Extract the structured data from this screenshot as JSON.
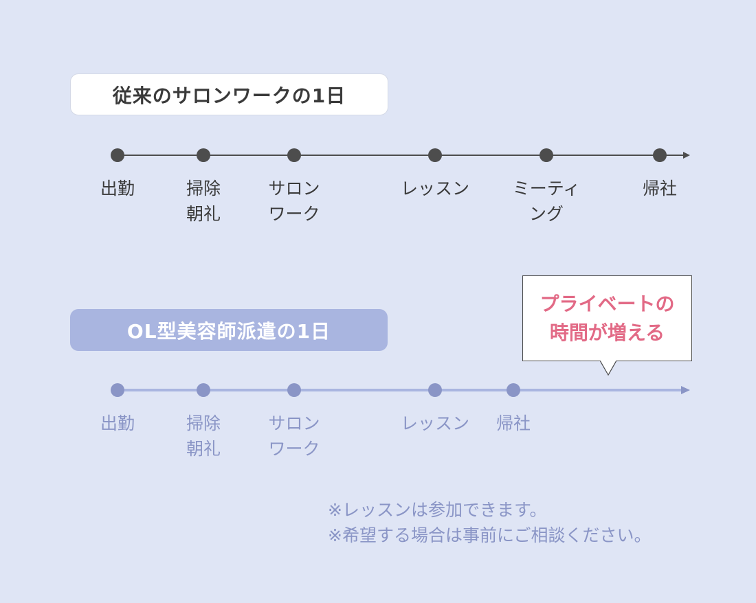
{
  "timeline1": {
    "title": "従来のサロンワークの1日",
    "events": [
      "出勤",
      "掃除\n朝礼",
      "サロン\nワーク",
      "レッスン",
      "ミーティ\nング",
      "帰社"
    ],
    "line_color": "#4d4d4d",
    "text_color": "#3a3a3a"
  },
  "timeline2": {
    "title": "OL型美容師派遣の1日",
    "events": [
      "出勤",
      "掃除\n朝礼",
      "サロン\nワーク",
      "レッスン",
      "帰社"
    ],
    "line_color": "#8a95c6",
    "text_color": "#8a95c6"
  },
  "callout": {
    "text": "プライベートの\n時間が増える",
    "color": "#e26a86"
  },
  "notes": {
    "text": "※レッスンは参加できます。\n※希望する場合は事前にご相談ください。"
  },
  "colors": {
    "background": "#dfe5f5",
    "pill2_bg": "#a9b5e0"
  }
}
